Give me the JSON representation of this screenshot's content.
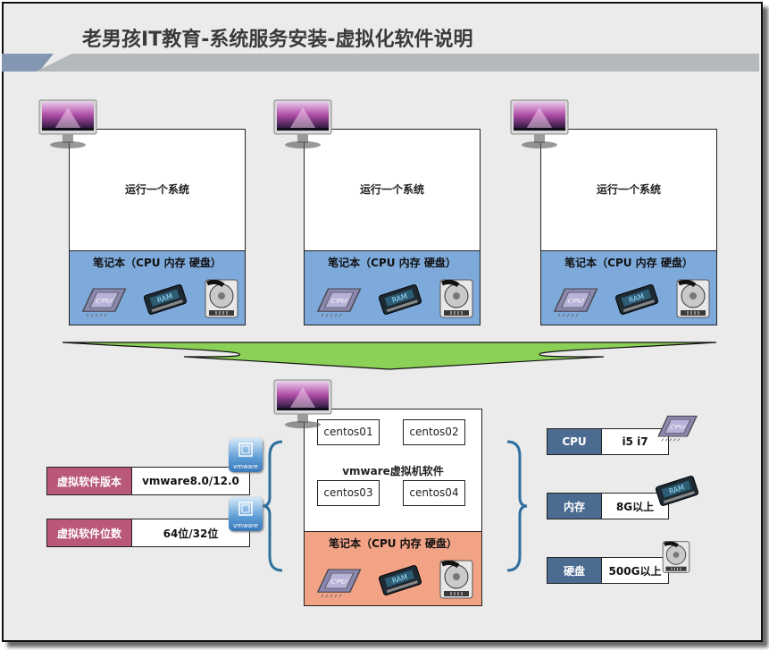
{
  "title": "老男孩IT教育-系统服务安装-虚拟化软件说明",
  "top_panels": [
    {
      "run_text": "运行一个系统",
      "hw_label": "笔记本（CPU 内存 硬盘）"
    },
    {
      "run_text": "运行一个系统",
      "hw_label": "笔记本（CPU 内存 硬盘）"
    },
    {
      "run_text": "运行一个系统",
      "hw_label": "笔记本（CPU 内存 硬盘）"
    }
  ],
  "hw_icons": [
    "cpu-chip-icon",
    "ram-module-icon",
    "hard-disk-icon"
  ],
  "vm_panel": {
    "vms": [
      "centos01",
      "centos02",
      "centos03",
      "centos04"
    ],
    "software_label": "vmware虚拟机软件",
    "hw_label": "笔记本（CPU 内存 硬盘）"
  },
  "software_info": [
    {
      "label": "虚拟软件版本",
      "value": "vmware8.0/12.0"
    },
    {
      "label": "虚拟软件位数",
      "value": "64位/32位"
    }
  ],
  "vmware_icon_text": "vmware",
  "specs": [
    {
      "label": "CPU",
      "value": "i5 i7",
      "icon": "cpu-chip-icon"
    },
    {
      "label": "内存",
      "value": "8G以上",
      "icon": "ram-module-icon"
    },
    {
      "label": "硬盘",
      "value": "500G以上",
      "icon": "hard-disk-icon"
    }
  ],
  "colors": {
    "hw_blue": "#7eaadb",
    "hw_salmon": "#f2a386",
    "arrow_green": "#8bd057",
    "label_rose": "#b95977",
    "label_navy": "#4b6b91",
    "band_blue": "#8397b2",
    "band_gray": "#b4b9bb",
    "brace_blue": "#2f6f9e"
  }
}
